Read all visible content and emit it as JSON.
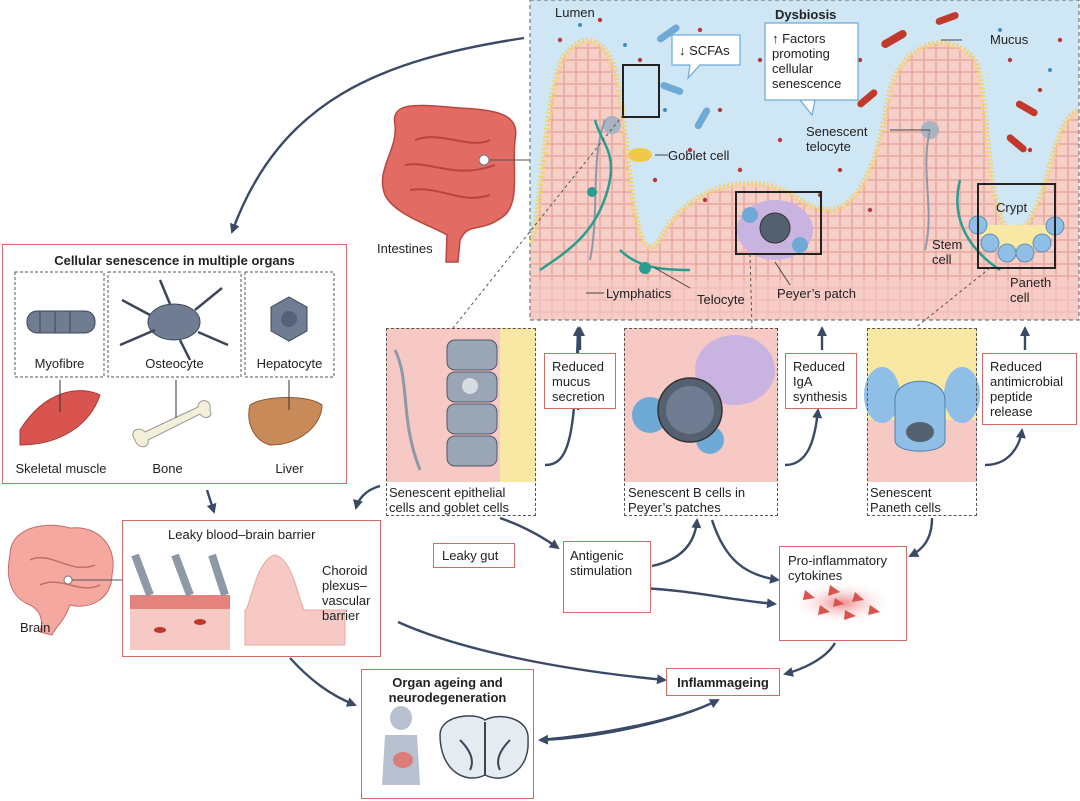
{
  "intestine_panel": {
    "lumen": "Lumen",
    "dysbiosis": "Dysbiosis",
    "scfa": "↓ SCFAs",
    "factors": "↑ Factors promoting cellular senescence",
    "mucus": "Mucus",
    "senescent_telocyte": "Senescent telocyte",
    "goblet_cell": "Goblet cell",
    "crypt": "Crypt",
    "stem_cell": "Stem cell",
    "paneth_cell": "Paneth cell",
    "lymphatics": "Lymphatics",
    "telocyte": "Telocyte",
    "peyers_patch": "Peyer’s patch"
  },
  "intestines": "Intestines",
  "organs_box": {
    "title": "Cellular senescence in multiple organs",
    "cells": [
      "Myofibre",
      "Osteocyte",
      "Hepatocyte"
    ],
    "organs": [
      "Skeletal muscle",
      "Bone",
      "Liver"
    ]
  },
  "detail_panels": {
    "epithelial": "Senescent epithelial cells and goblet cells",
    "bcells": "Senescent B cells in Peyer’s patches",
    "paneth": "Senescent Paneth cells"
  },
  "effects": {
    "mucus": "Reduced mucus secretion",
    "iga": "Reduced IgA synthesis",
    "antimicrobial": "Reduced antimicrobial peptide release"
  },
  "leaky_gut": "Leaky gut",
  "antigenic": "Antigenic stimulation",
  "cytokines": "Pro-inflammatory cytokines",
  "inflammageing": "Inflammageing",
  "bbb": {
    "title": "Leaky blood–brain barrier",
    "choroid": "Choroid plexus–vascular barrier"
  },
  "brain": "Brain",
  "organ_ageing": "Organ ageing and neurodegeneration",
  "colors": {
    "box_border": "#d06a62",
    "lumen": "#cfe6f5",
    "tissue": "#f6c9c4",
    "arrow": "#3a4a66",
    "teal": "#2a9d8f"
  }
}
